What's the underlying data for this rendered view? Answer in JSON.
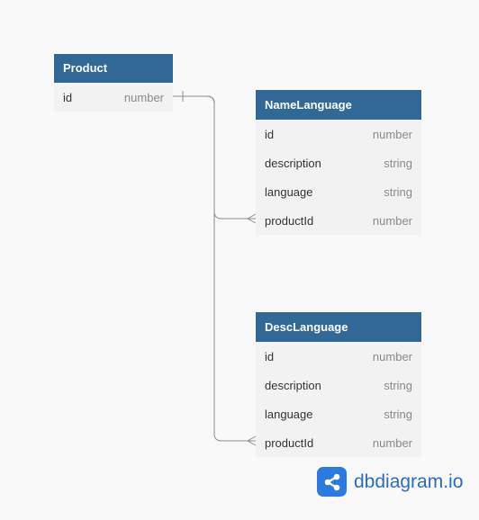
{
  "diagram": {
    "tables": [
      {
        "name": "Product",
        "columns": [
          {
            "name": "id",
            "type": "number"
          }
        ]
      },
      {
        "name": "NameLanguage",
        "columns": [
          {
            "name": "id",
            "type": "number"
          },
          {
            "name": "description",
            "type": "string"
          },
          {
            "name": "language",
            "type": "string"
          },
          {
            "name": "productId",
            "type": "number"
          }
        ]
      },
      {
        "name": "DescLanguage",
        "columns": [
          {
            "name": "id",
            "type": "number"
          },
          {
            "name": "description",
            "type": "string"
          },
          {
            "name": "language",
            "type": "string"
          },
          {
            "name": "productId",
            "type": "number"
          }
        ]
      }
    ],
    "relationships": [
      {
        "from": "Product.id",
        "to": "NameLanguage.productId",
        "from_cardinality": "one",
        "to_cardinality": "many"
      },
      {
        "from": "Product.id",
        "to": "DescLanguage.productId",
        "from_cardinality": "one",
        "to_cardinality": "many"
      }
    ]
  },
  "brand": {
    "text": "dbdiagram.io",
    "logo_icon": "share-nodes-icon",
    "color": "#2a7ae2"
  },
  "colors": {
    "header": "#316896",
    "body": "#f2f2f3",
    "background": "#f9f9fa",
    "connector": "#8c8c8c"
  }
}
